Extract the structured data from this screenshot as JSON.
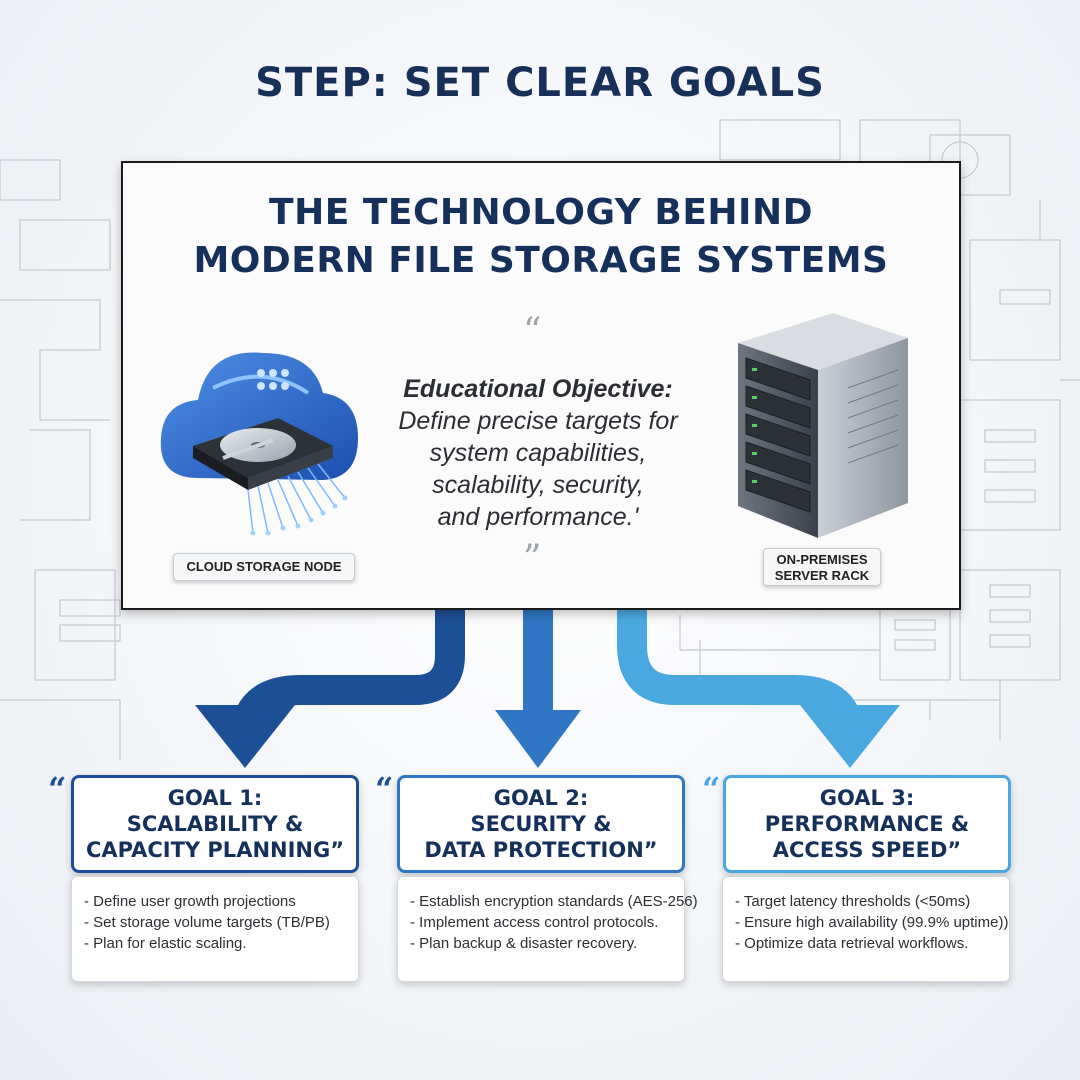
{
  "page_title": "STEP: SET CLEAR GOALS",
  "slide": {
    "title_line1": "THE TECHNOLOGY BEHIND",
    "title_line2": "MODERN FILE STORAGE SYSTEMS",
    "open_quote": "“",
    "close_quote": "”",
    "objective_heading": "Educational Objective:",
    "objective_lines": [
      "Define precise targets for",
      "system capabilities,",
      "scalability, security,",
      "and performance.'"
    ],
    "left_image": "cloud-storage-hard-drive",
    "left_label": "CLOUD STORAGE NODE",
    "right_image": "server-rack",
    "right_label_line1": "ON-PREMISES",
    "right_label_line2": "SERVER RACK"
  },
  "colors": {
    "title": "#15305b",
    "arrow_dark": "#1d4f96",
    "arrow_mid": "#2f77c4",
    "arrow_light": "#4aa8e0"
  },
  "goals": [
    {
      "quote": "“",
      "title_lines": [
        "GOAL 1:",
        "SCALABILITY &",
        "CAPACITY PLANNING”"
      ],
      "items": [
        "- Define user growth projections",
        "- Set storage volume targets (TB/PB)",
        "- Plan for elastic scaling."
      ]
    },
    {
      "quote": "“",
      "title_lines": [
        "GOAL 2:",
        "SECURITY &",
        "DATA PROTECTION”"
      ],
      "items": [
        "- Establish encryption standards (AES-256)",
        "- Implement access control protocols.",
        "- Plan backup & disaster recovery."
      ]
    },
    {
      "quote": "“",
      "title_lines": [
        "GOAL 3:",
        "PERFORMANCE &",
        "ACCESS SPEED”"
      ],
      "items": [
        "- Target latency thresholds (<50ms)",
        "- Ensure high availability (99.9% uptime))",
        "- Optimize data retrieval workflows."
      ]
    }
  ]
}
